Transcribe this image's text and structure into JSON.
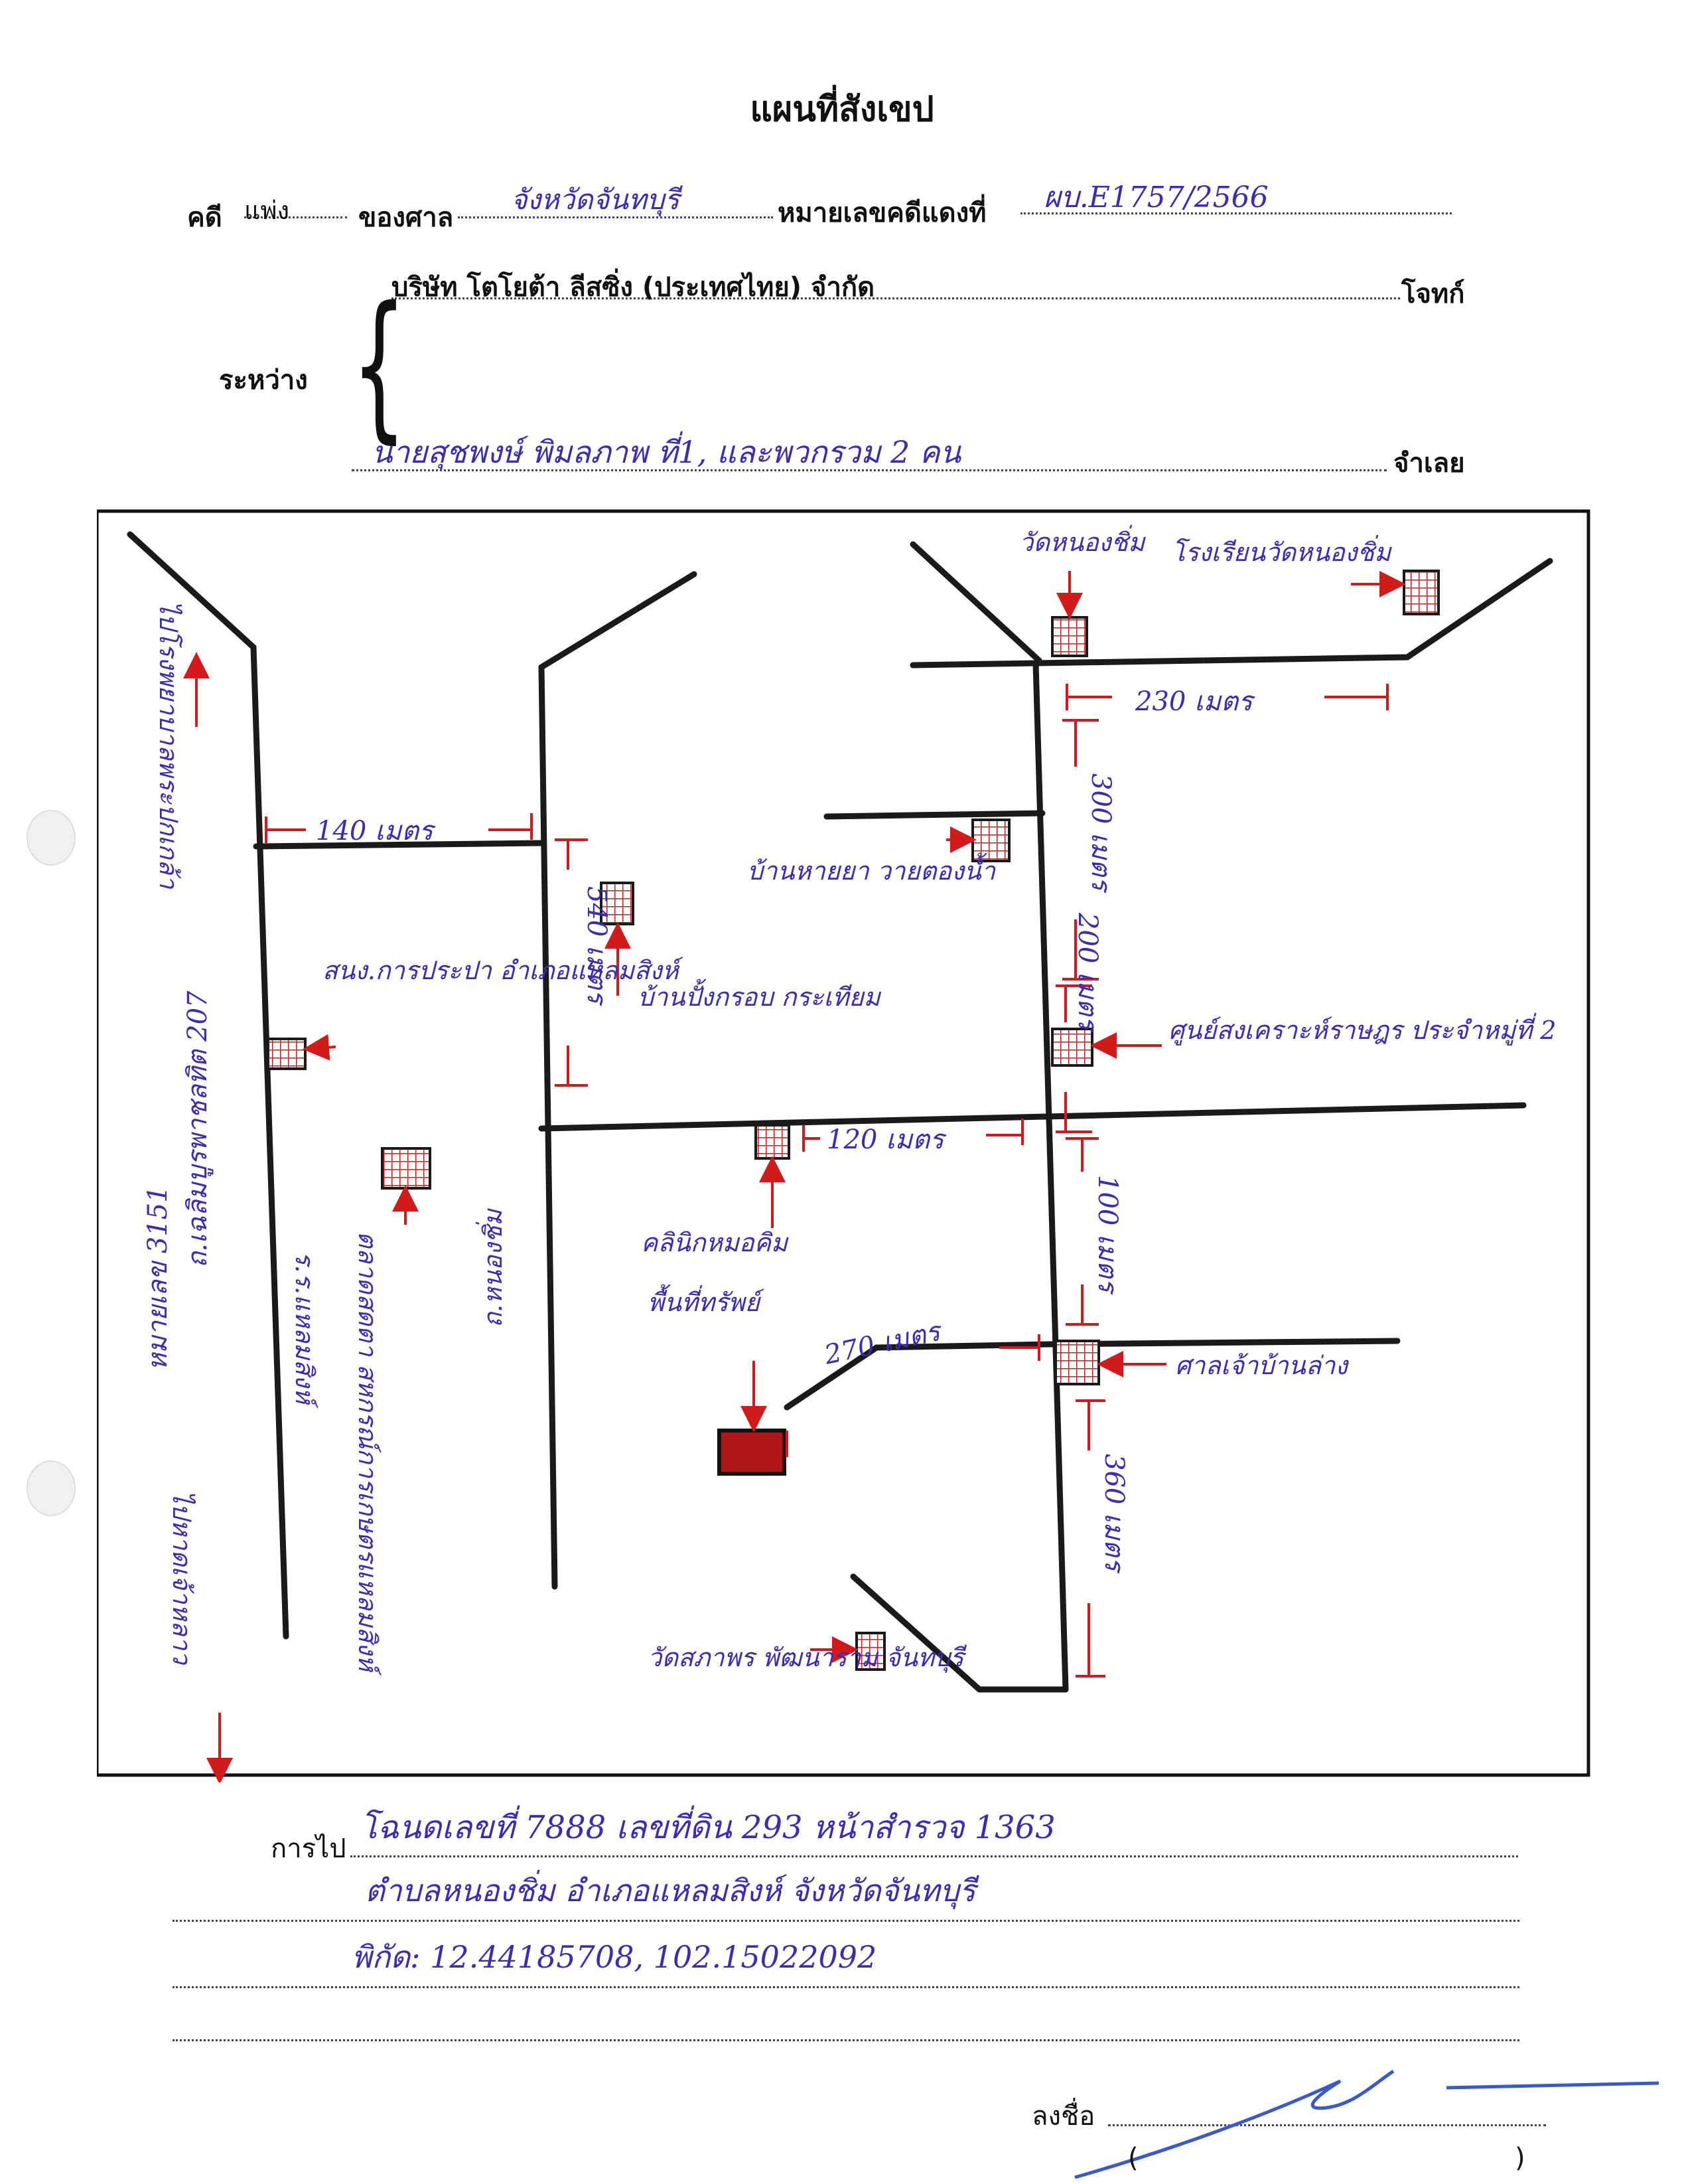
{
  "header": {
    "title": "แผนที่สังเขป",
    "case_label": "คดี",
    "case_type": "แพ่ง",
    "court_label": "ของศาล",
    "court_name": "จังหวัดจันทบุรี",
    "red_case_label": "หมายเลขคดีแดงที่",
    "red_case_no": "ผบ.E1757/2566",
    "between_label": "ระหว่าง",
    "plaintiff_name": "บริษัท โตโยต้า ลีสซิ่ง (ประเทศไทย) จำกัด",
    "plaintiff_label": "โจทก์",
    "defendant_name": "นายสุชพงษ์ พิมลภาพ ที่1, และพวกรวม 2 คน",
    "defendant_label": "จำเลย"
  },
  "map": {
    "labels": {
      "road_left_top": "ไปโรงพยาบาลพระปกเกล้า",
      "road_left_bottom": "ไปหาดเจ้าหลาว",
      "highway_name": "ถ.เฉลิมบูรพาชลทิต 207",
      "highway_no": "หมายเลข 3151",
      "road_middle": "ถ.หนองชิ่ม",
      "office": "สนง.การประปา อำเภอแหลมสิงห์",
      "market": "ตลาดสดตา สหกรณ์การเกษตรแหลมสิงห์",
      "school": "ร.ร.แหลมสิงห์",
      "house_pole": "บ้านปั้งกรอบ กระเทียม",
      "house_pole_2": "บ้านหายยา วายตองน้ำ",
      "temple_top": "วัดหนองชิ่ม",
      "school_top": "โรงเรียนวัดหนองชิ่ม",
      "center": "ศูนย์สงเคราะห์ราษฎร ประจำหมู่ที่ 2",
      "clinic": "คลินิกหมอคิม",
      "target": "พื้นที่ทรัพย์",
      "shrine": "ศาลเจ้าบ้านล่าง",
      "temple_bottom": "วัดสภาพร พัฒนาราม จันทบุรี"
    },
    "distances": {
      "d140": "140 เมตร",
      "d230": "230 เมตร",
      "d300": "300 เมตร",
      "d200": "200 เมตร",
      "d540": "540 เมตร",
      "d120": "120 เมตร",
      "d100": "100 เมตร",
      "d270": "270 เมตร",
      "d360": "360 เมตร"
    },
    "colors": {
      "road": "#1a1a1a",
      "marker": "#d21a1a",
      "text": "#3a2db0",
      "target": "#b01818"
    }
  },
  "footer": {
    "travel_label": "การไป",
    "travel_line1": "โฉนดเลขที่ 7888 เลขที่ดิน 293 หน้าสำรวจ 1363",
    "travel_line2": "ตำบลหนองชิ่ม อำเภอแหลมสิงห์ จังหวัดจันทบุรี",
    "travel_line3": "พิกัด: 12.44185708, 102.15022092",
    "sign_label": "ลงชื่อ",
    "paren_open": "(",
    "paren_close": ")"
  }
}
